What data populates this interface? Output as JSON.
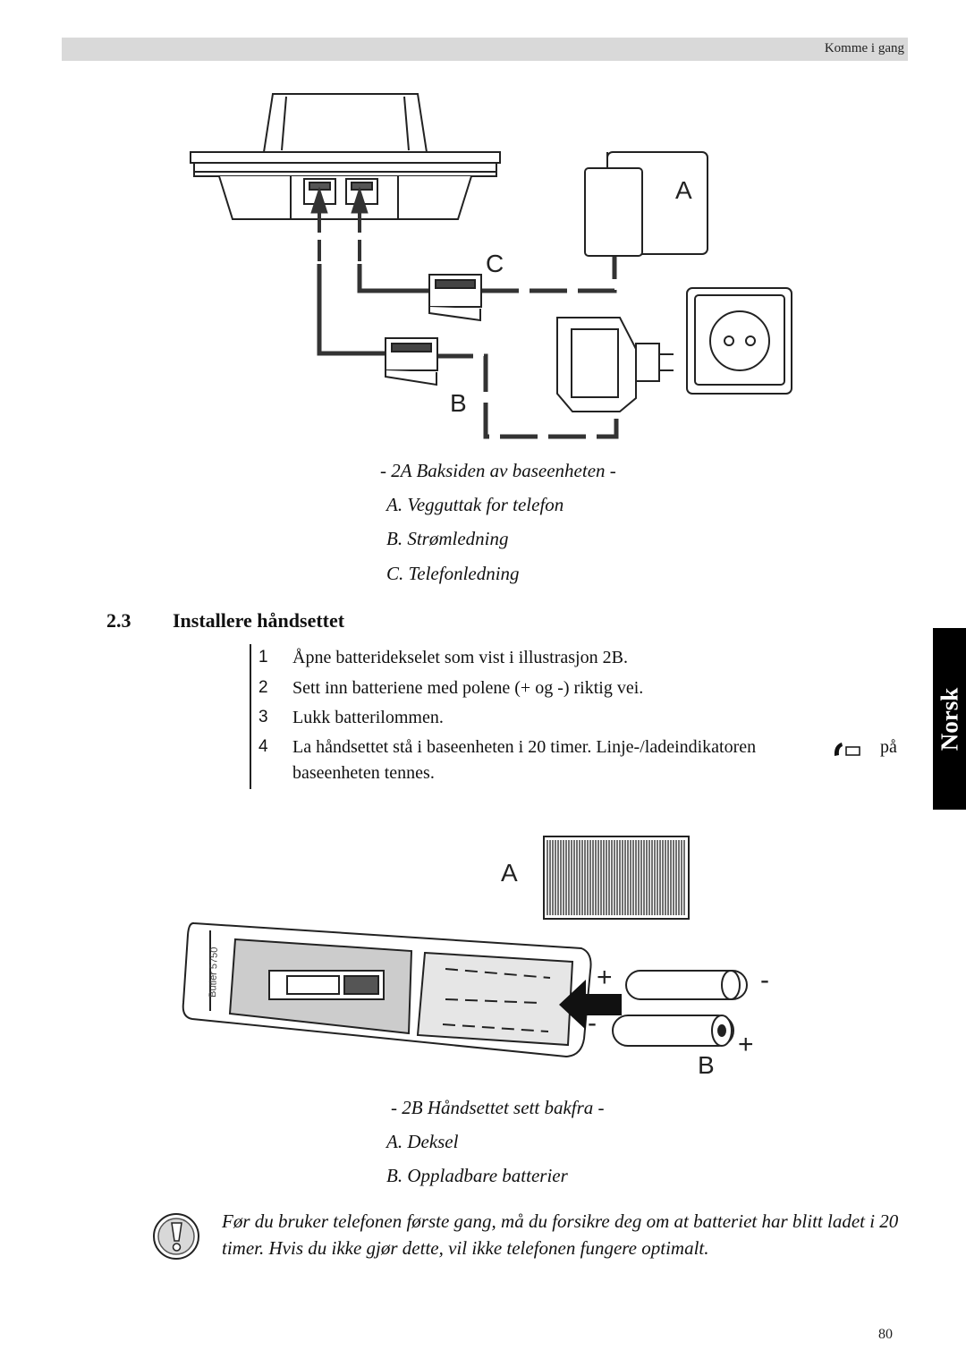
{
  "header": {
    "section": "Komme i gang"
  },
  "figure1": {
    "labels": {
      "a": "A",
      "b": "B",
      "c": "C"
    }
  },
  "caption1": {
    "title": "- 2A Baksiden av baseenheten -",
    "items": [
      "A.   Vegguttak for telefon",
      "B.  Strømledning",
      "C.  Telefonledning"
    ]
  },
  "section": {
    "number": "2.3",
    "title": "Installere håndsettet"
  },
  "steps": [
    {
      "num": "1",
      "text": "Åpne batteridekselet som vist i illustrasjon 2B."
    },
    {
      "num": "2",
      "text": "Sett inn batteriene med polene (+ og -) riktig vei."
    },
    {
      "num": "3",
      "text": "Lukk batterilommen."
    },
    {
      "num": "4",
      "text": "La håndsettet stå i baseenheten i 20 timer. Linje-/ladeindikatoren",
      "text_after_icon": "på",
      "text_line2": "baseenheten tennes."
    }
  ],
  "side_tab": {
    "language": "Norsk"
  },
  "figure2": {
    "labels": {
      "a": "A",
      "b": "B",
      "plus": "+",
      "minus": "-"
    },
    "handset_brand": "Butler 5750"
  },
  "caption2": {
    "title": "- 2B Håndsettet sett bakfra -",
    "items": [
      "A.  Deksel",
      "B.  Oppladbare batterier"
    ]
  },
  "note": {
    "icon": "exclamation-icon",
    "text": "Før du bruker telefonen første gang, må du forsikre deg om at batteriet har blitt ladet i 20 timer. Hvis du ikke gjør dette, vil ikke telefonen fungere optimalt."
  },
  "footer": {
    "page_number": "80"
  }
}
